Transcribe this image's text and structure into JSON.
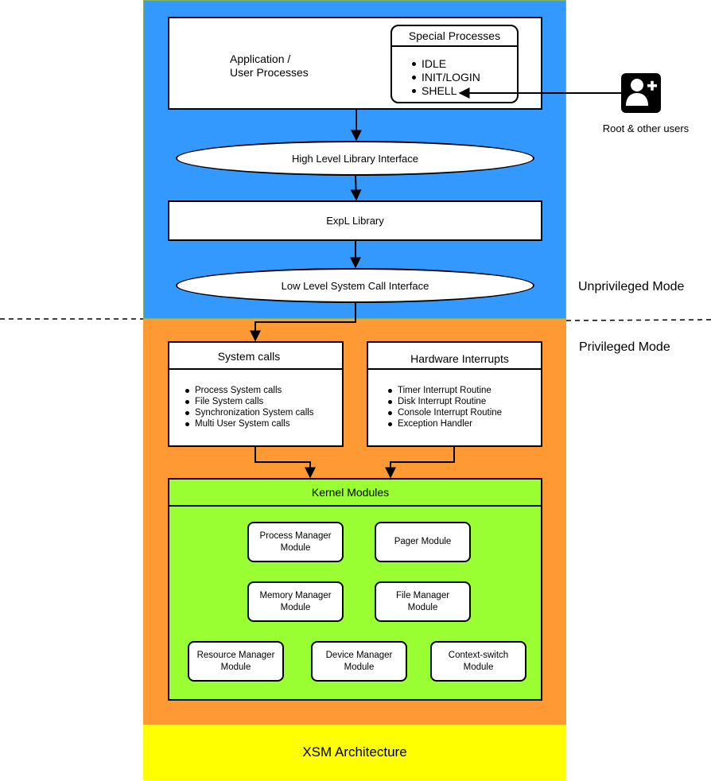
{
  "colors": {
    "unprivileged_bg": "#3399ff",
    "privileged_bg": "#ff9933",
    "kernel_bg": "#99ff33",
    "xsm_bg": "#ffff00"
  },
  "application": {
    "label_line1": "Application /",
    "label_line2": "User Processes"
  },
  "special": {
    "title": "Special Processes",
    "items": [
      "IDLE",
      "INIT/LOGIN",
      "SHELL"
    ]
  },
  "user": {
    "icon": "add-user-icon",
    "label": "Root & other users"
  },
  "high_level": "High Level Library Interface",
  "expl": "ExpL Library",
  "low_level": "Low Level System Call Interface",
  "modes": {
    "unprivileged": "Unprivileged Mode",
    "privileged": "Privileged Mode"
  },
  "syscalls": {
    "title": "System calls",
    "items": [
      "Process System calls",
      "File System calls",
      "Synchronization System calls",
      "Multi User System calls"
    ]
  },
  "interrupts": {
    "title": "Hardware Interrupts",
    "items": [
      "Timer Interrupt Routine",
      "Disk Interrupt Routine",
      "Console Interrupt Routine",
      "Exception Handler"
    ]
  },
  "kernel": {
    "title": "Kernel Modules",
    "modules": {
      "process_l1": "Process Manager",
      "process_l2": "Module",
      "pager": "Pager Module",
      "memory_l1": "Memory Manager",
      "memory_l2": "Module",
      "file_l1": "File Manager",
      "file_l2": "Module",
      "resource_l1": "Resource Manager",
      "resource_l2": "Module",
      "device_l1": "Device Manager",
      "device_l2": "Module",
      "context_l1": "Context-switch",
      "context_l2": "Module"
    }
  },
  "xsm": "XSM Architecture"
}
